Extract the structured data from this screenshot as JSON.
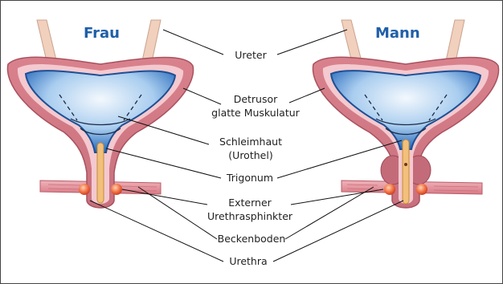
{
  "headings": {
    "female": "Frau",
    "male": "Mann"
  },
  "labels": {
    "ureter": "Ureter",
    "detrusor_1": "Detrusor",
    "detrusor_2": "glatte Muskulatur",
    "mucosa_1": "Schleimhaut",
    "mucosa_2": "(Urothel)",
    "trigonum": "Trigonum",
    "sphincter_1": "Externer",
    "sphincter_2": "Urethrasphinkter",
    "pelvic_floor": "Beckenboden",
    "urethra": "Urethra"
  },
  "colors": {
    "outer_wall": "#d9828d",
    "outer_wall_dark": "#b55a68",
    "muscle_band": "#f4c9cf",
    "lumen_blue": "#1f63b8",
    "lumen_light": "#e6f1fb",
    "ureter_tube": "#f1d0bd",
    "urethra_channel": "#f2c07a",
    "sphincter": "#e85a3a",
    "pelvic_floor": "#e5919a",
    "heading": "#1f5fa8"
  }
}
